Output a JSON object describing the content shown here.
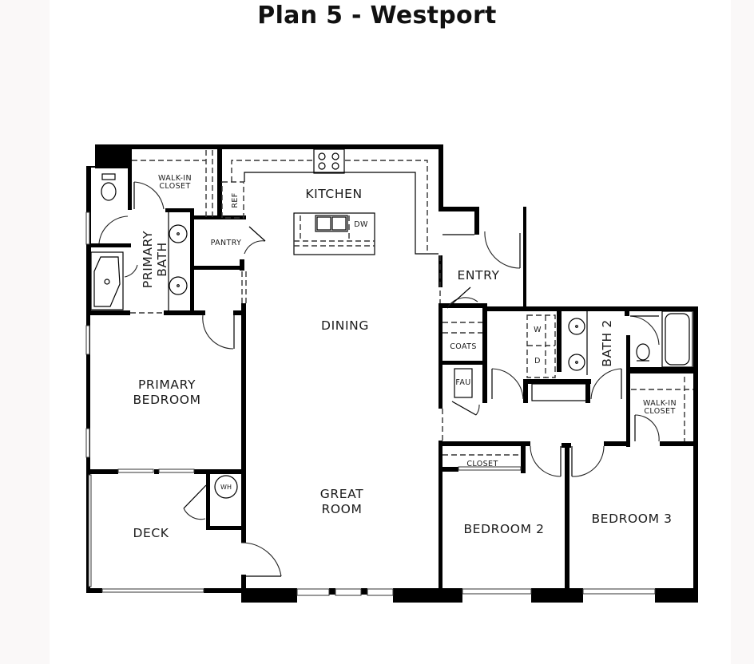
{
  "title": "Plan 5 - Westport",
  "colors": {
    "background": "#ffffff",
    "margin": "#faf8f8",
    "wall": "#000000",
    "text": "#1a1a1a"
  },
  "rooms": {
    "kitchen": "KITCHEN",
    "dining": "DINING",
    "great_room_line1": "GREAT",
    "great_room_line2": "ROOM",
    "entry": "ENTRY",
    "primary_bath_line1": "PRIMARY",
    "primary_bath_line2": "BATH",
    "primary_bedroom_line1": "PRIMARY",
    "primary_bedroom_line2": "BEDROOM",
    "deck": "DECK",
    "bedroom2": "BEDROOM 2",
    "bedroom3": "BEDROOM 3",
    "bath2": "BATH 2"
  },
  "fixtures": {
    "walkin_closet_primary_line1": "WALK-IN",
    "walkin_closet_primary_line2": "CLOSET",
    "walkin_closet_bed3_line1": "WALK-IN",
    "walkin_closet_bed3_line2": "CLOSET",
    "pantry": "PANTRY",
    "refrigerator": "REF",
    "dishwasher": "DW",
    "coats": "COATS",
    "furnace": "FAU",
    "washer": "W",
    "dryer": "D",
    "closet_bed2": "CLOSET",
    "water_heater": "WH"
  }
}
